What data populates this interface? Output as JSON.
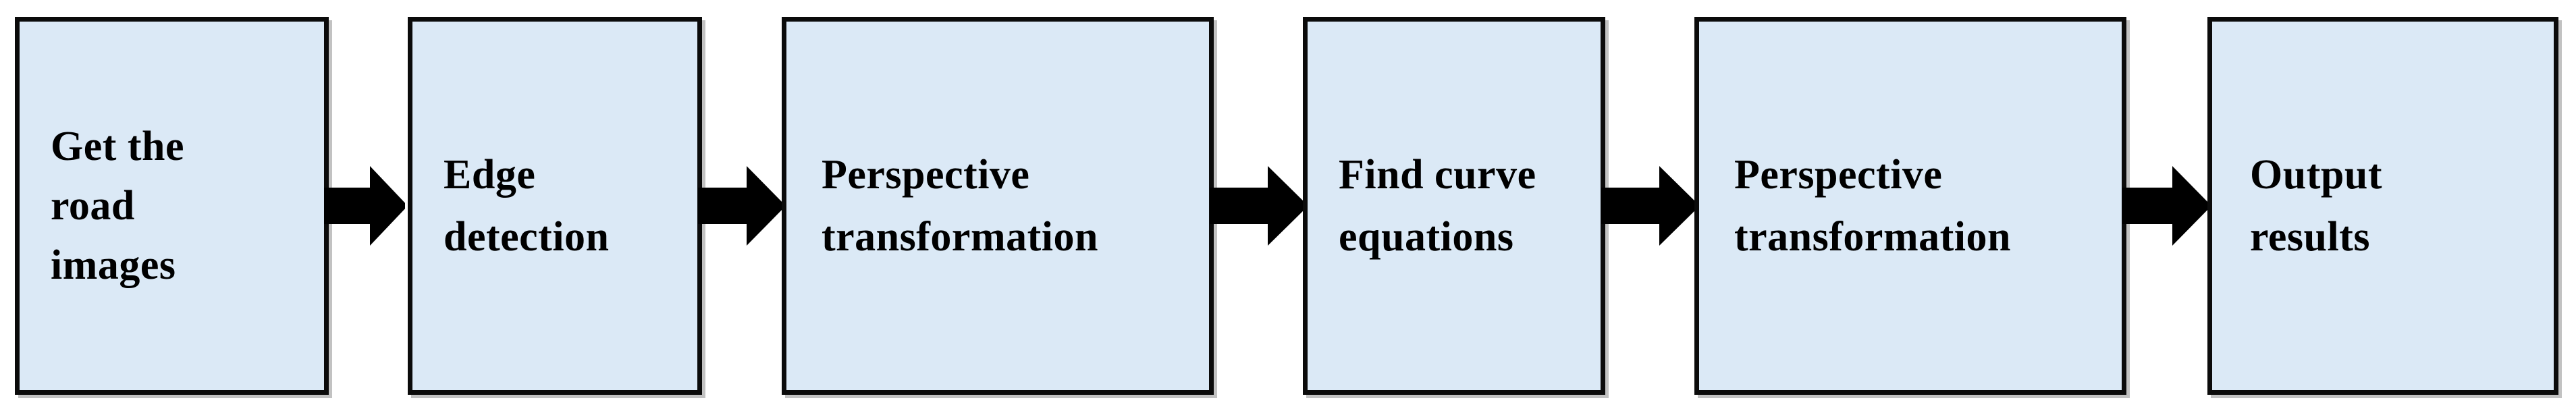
{
  "diagram": {
    "type": "linear-process-flowchart",
    "orientation": "horizontal",
    "title": "",
    "node_count": 6,
    "arrow_count": 5,
    "colors": {
      "node_fill": "#dbe9f6",
      "node_border": "#0b0b0b",
      "arrow": "#000000",
      "text": "#000000",
      "background": "#ffffff"
    },
    "nodes": [
      {
        "id": "node-1",
        "name": "get-the-road-images",
        "lines": [
          "Get the",
          "road",
          "images"
        ],
        "text": "Get the road images"
      },
      {
        "id": "node-2",
        "name": "edge-detection",
        "lines": [
          "Edge",
          "detection"
        ],
        "text": "Edge detection"
      },
      {
        "id": "node-3",
        "name": "perspective-transformation-1",
        "lines": [
          "Perspective",
          "transformation"
        ],
        "text": "Perspective transformation"
      },
      {
        "id": "node-4",
        "name": "find-curve-equations",
        "lines": [
          "Find curve",
          "equations"
        ],
        "text": "Find curve equations"
      },
      {
        "id": "node-5",
        "name": "perspective-transformation-2",
        "lines": [
          "Perspective",
          "transformation"
        ],
        "text": "Perspective transformation"
      },
      {
        "id": "node-6",
        "name": "output-results",
        "lines": [
          "Output",
          "results"
        ],
        "text": "Output results"
      }
    ],
    "edges": [
      {
        "id": "edge-1",
        "from": "node-1",
        "to": "node-2",
        "label": "",
        "style": "block-arrow-right"
      },
      {
        "id": "edge-2",
        "from": "node-2",
        "to": "node-3",
        "label": "",
        "style": "block-arrow-right"
      },
      {
        "id": "edge-3",
        "from": "node-3",
        "to": "node-4",
        "label": "",
        "style": "block-arrow-right"
      },
      {
        "id": "edge-4",
        "from": "node-4",
        "to": "node-5",
        "label": "",
        "style": "block-arrow-right"
      },
      {
        "id": "edge-5",
        "from": "node-5",
        "to": "node-6",
        "label": "",
        "style": "block-arrow-right"
      }
    ]
  }
}
